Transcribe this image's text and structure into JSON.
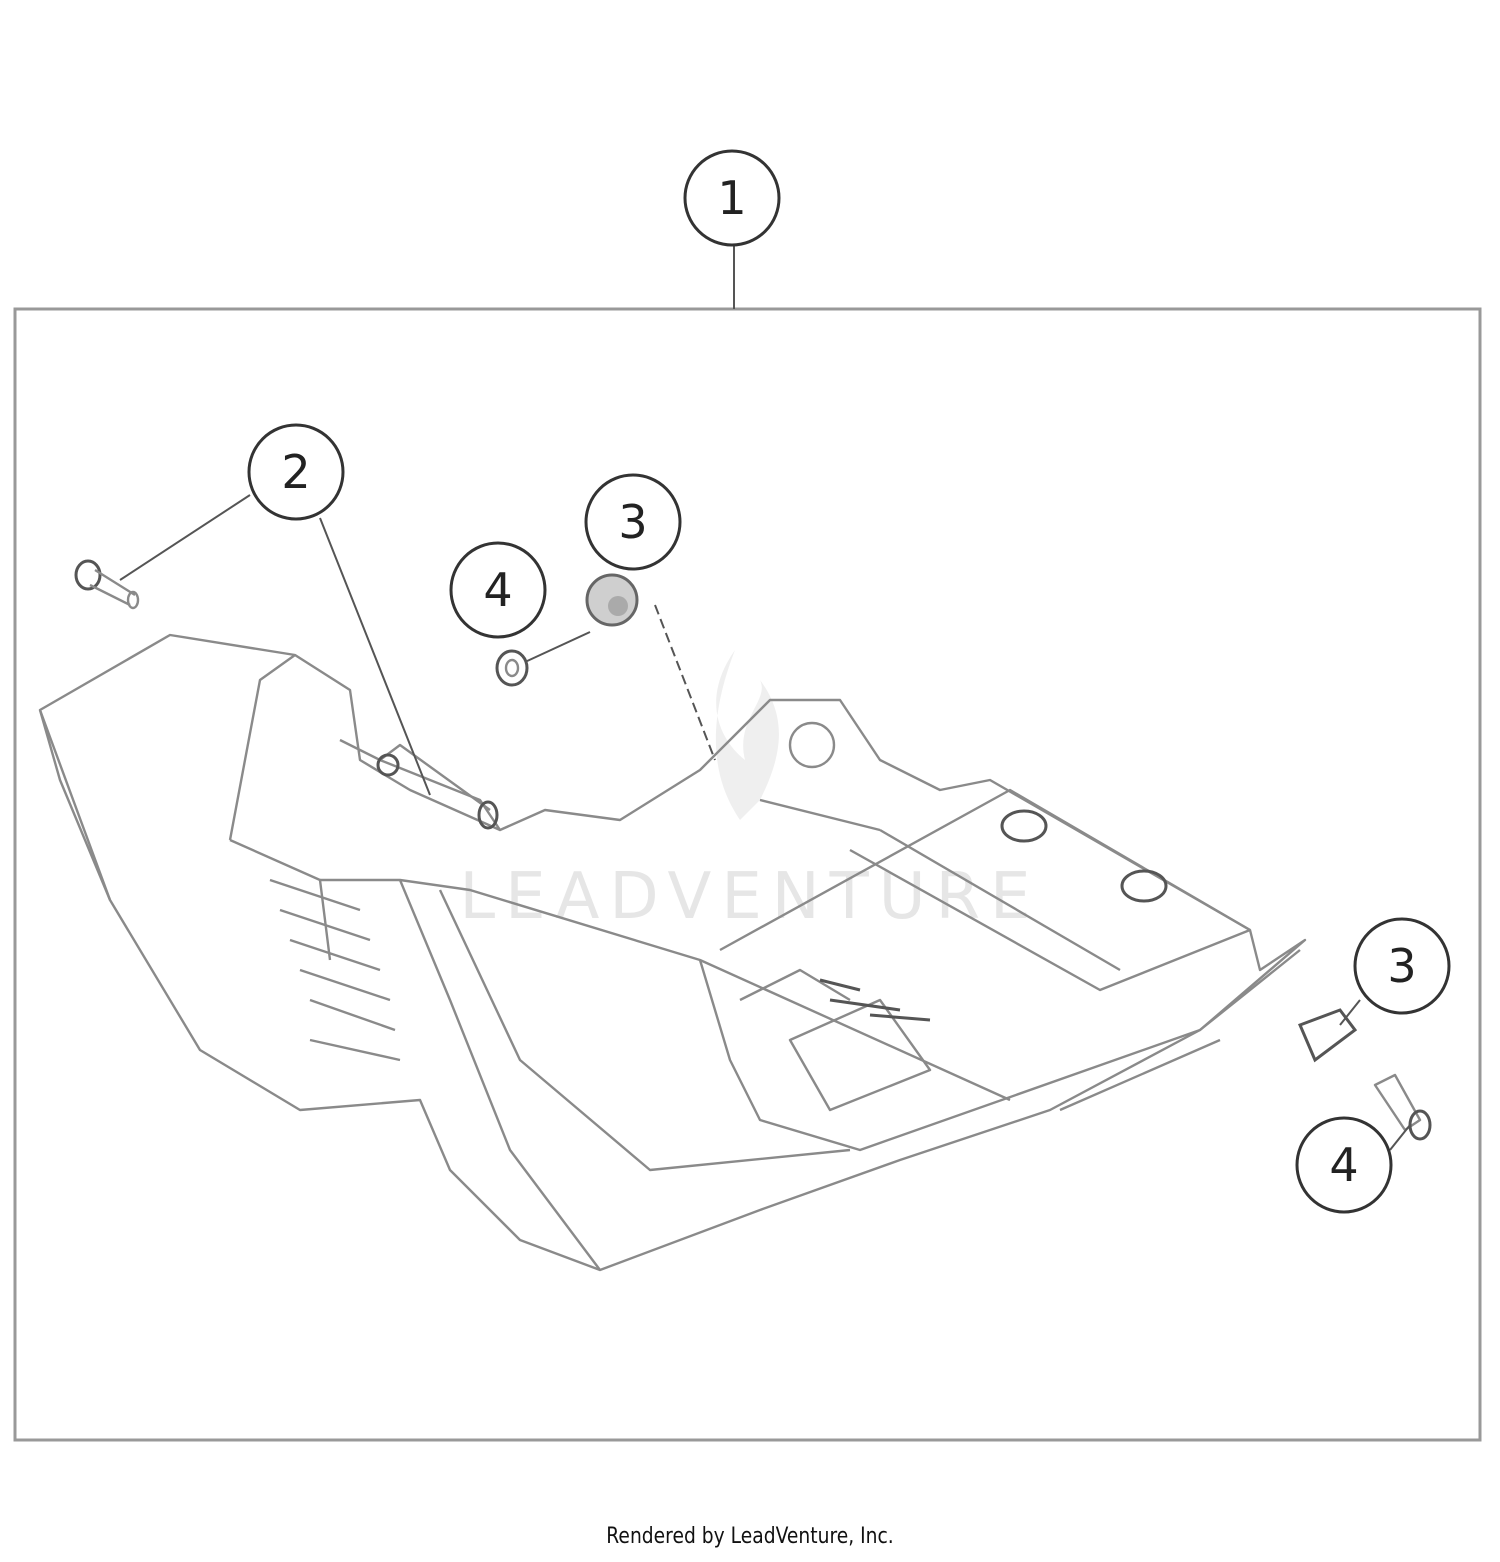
{
  "diagram": {
    "callouts": [
      {
        "id": "callout-1",
        "label": "1"
      },
      {
        "id": "callout-2",
        "label": "2"
      },
      {
        "id": "callout-3-top",
        "label": "3"
      },
      {
        "id": "callout-4-top",
        "label": "4"
      },
      {
        "id": "callout-3-right",
        "label": "3"
      },
      {
        "id": "callout-4-right",
        "label": "4"
      }
    ],
    "watermark": "LEADVENTURE"
  },
  "footer": {
    "text": "Rendered by LeadVenture, Inc."
  }
}
